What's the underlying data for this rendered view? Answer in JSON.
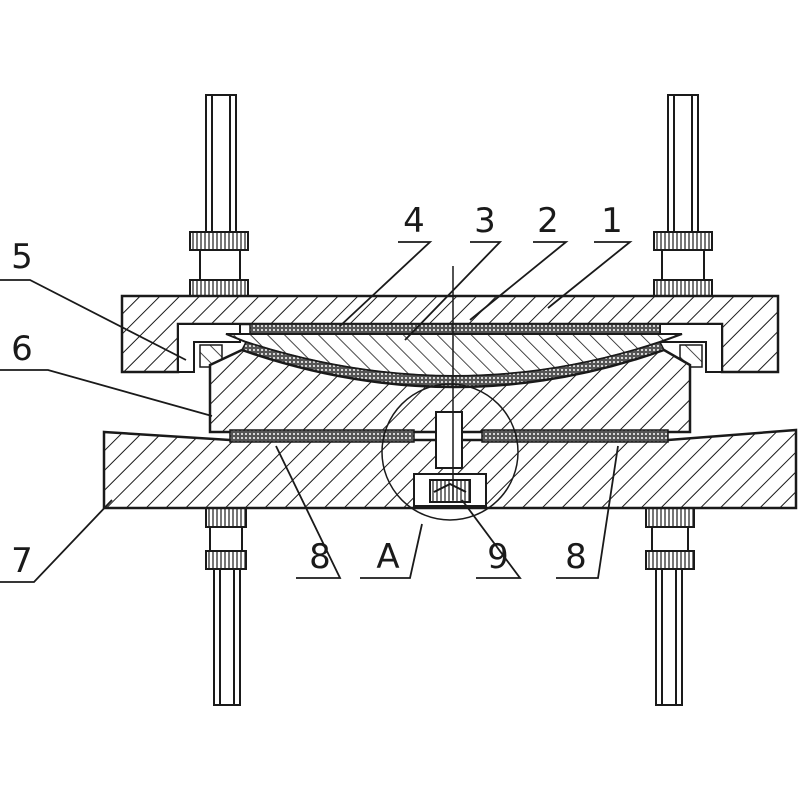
{
  "labels": {
    "part_1": "1",
    "part_2": "2",
    "part_3": "3",
    "part_4": "4",
    "part_5": "5",
    "part_6": "6",
    "part_7": "7",
    "part_8_left": "8",
    "part_8_right": "8",
    "part_9": "9",
    "detail_a": "A"
  },
  "colors": {
    "line": "#1a1a1a",
    "hatch": "#1a1a1a",
    "background": "#ffffff"
  }
}
